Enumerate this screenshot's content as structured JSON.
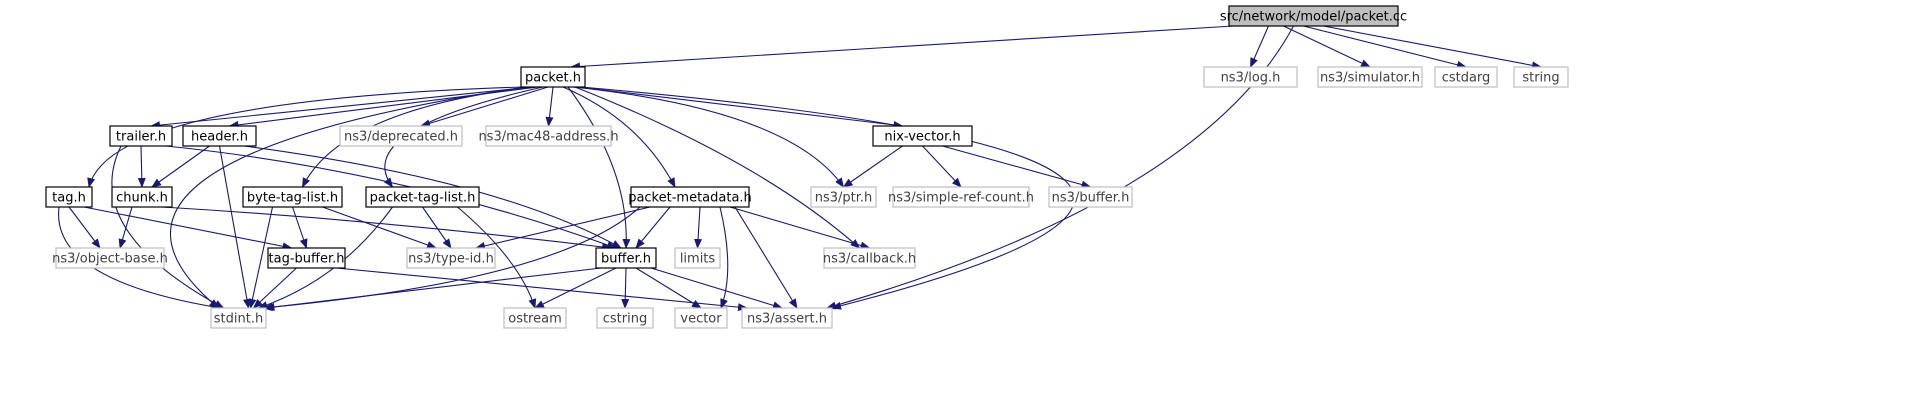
{
  "colors": {
    "edge": "#191970",
    "highlight_fill": "#bfbfbf",
    "documented_border": "#000000",
    "system_border": "#bfbfbf",
    "documented_text": "#000000",
    "system_text": "#404040"
  },
  "nodes": {
    "packet_cc": "src/network/model/packet.cc",
    "packet_h": "packet.h",
    "log_h": "ns3/log.h",
    "simulator_h": "ns3/simulator.h",
    "cstdarg": "cstdarg",
    "string": "string",
    "trailer_h": "trailer.h",
    "header_h": "header.h",
    "deprecated_h": "ns3/deprecated.h",
    "mac48_address_h": "ns3/mac48-address.h",
    "nix_vector_h": "nix-vector.h",
    "tag_h": "tag.h",
    "chunk_h": "chunk.h",
    "byte_tag_list_h": "byte-tag-list.h",
    "packet_tag_list_h": "packet-tag-list.h",
    "packet_metadata_h": "packet-metadata.h",
    "ptr_h": "ns3/ptr.h",
    "simple_ref_count_h": "ns3/simple-ref-count.h",
    "ns3_buffer_h": "ns3/buffer.h",
    "object_base_h": "ns3/object-base.h",
    "tag_buffer_h": "tag-buffer.h",
    "type_id_h": "ns3/type-id.h",
    "buffer_h": "buffer.h",
    "limits": "limits",
    "callback_h": "ns3/callback.h",
    "stdint_h": "stdint.h",
    "ostream": "ostream",
    "cstring": "cstring",
    "vector": "vector",
    "assert_h": "ns3/assert.h"
  }
}
